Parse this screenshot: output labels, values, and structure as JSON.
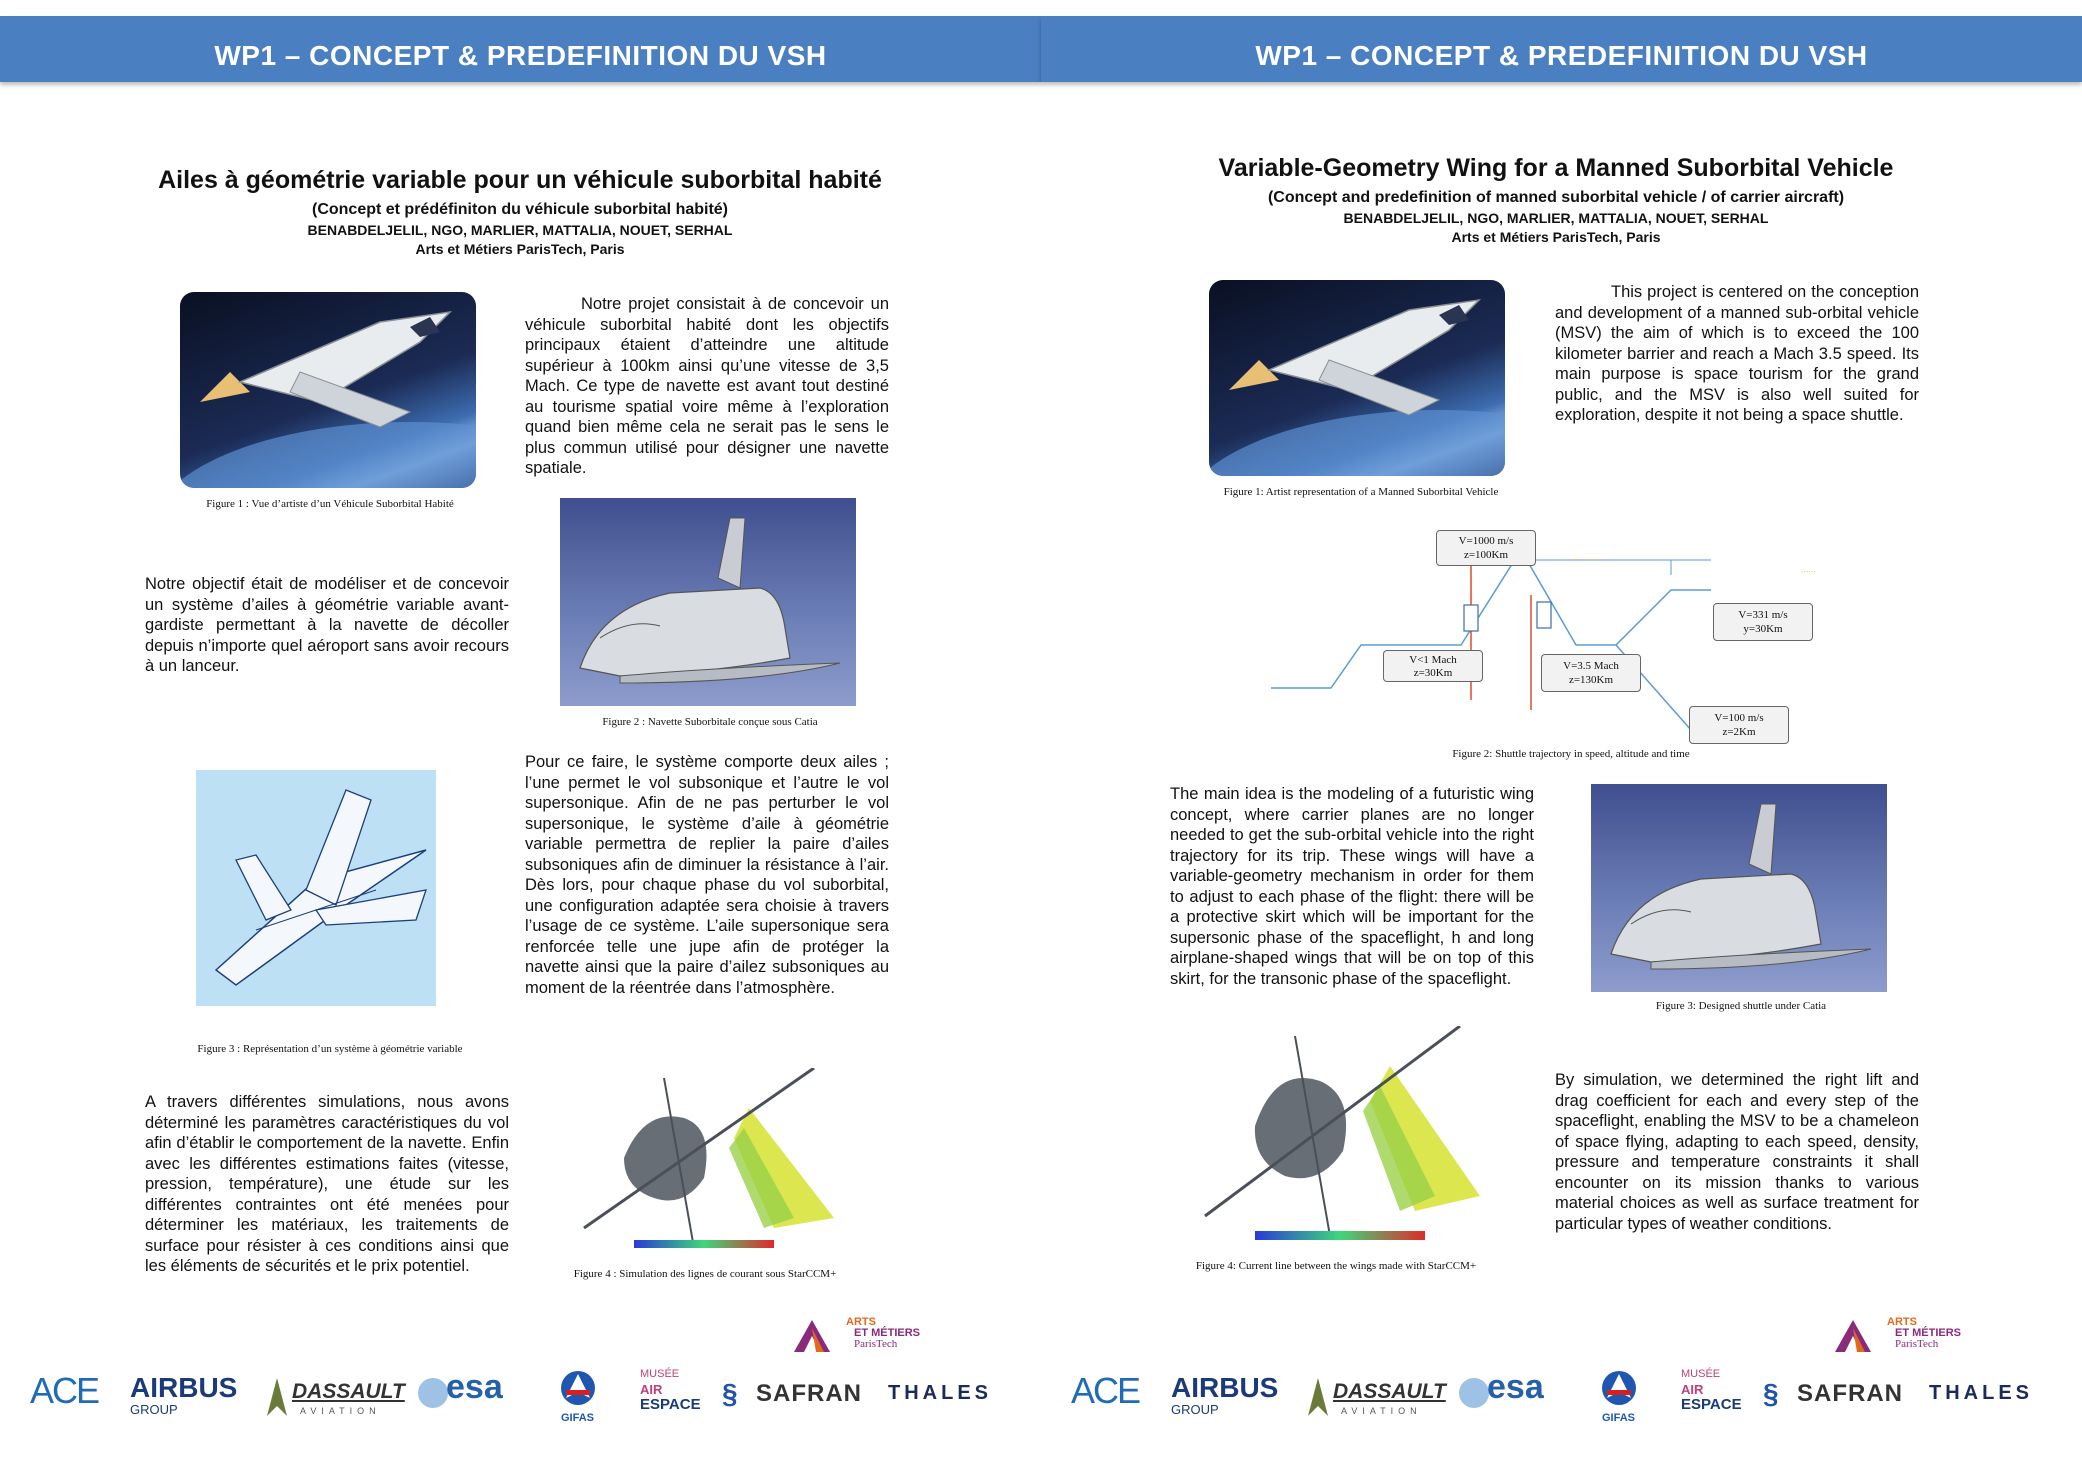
{
  "left": {
    "banner": "WP1 – CONCEPT & PREDEFINITION DU VSH",
    "title": "Ailes à géométrie variable pour un véhicule suborbital habité",
    "subtitle": "(Concept et prédéfiniton du véhicule suborbital habité)",
    "authors": "BENABDELJELIL, NGO, MARLIER, MATTALIA, NOUET, SERHAL",
    "affiliation": "Arts et Métiers ParisTech, Paris",
    "p1": "Notre projet consistait à de concevoir un véhicule suborbital habité  dont les objectifs principaux étaient d’atteindre une altitude supérieur à 100km ainsi qu’une vitesse de 3,5 Mach. Ce type de navette est avant tout destiné au tourisme spatial voire même à l’exploration quand bien même cela ne serait pas le sens le plus commun utilisé pour désigner une navette spatiale.",
    "p2": "Notre objectif était de modéliser et de concevoir un système d’ailes à géométrie variable avant-gardiste permettant à la navette de décoller depuis n’importe quel aéroport sans avoir recours à un lanceur.",
    "p3": "Pour ce faire, le système comporte deux ailes ; l’une permet le vol subsonique et l’autre le vol supersonique. Afin de ne pas perturber le vol supersonique, le système d’aile à géométrie variable permettra de replier la paire d’ailes subsoniques afin de diminuer la résistance à l’air. Dès lors, pour chaque phase du vol suborbital, une configuration adaptée sera choisie à travers l’usage de ce système. L’aile supersonique sera renforcée telle une jupe afin de protéger la navette ainsi que la paire d’ailez subsoniques au moment de la réentrée dans l’atmosphère.",
    "p4": "A travers différentes simulations, nous avons déterminé les paramètres caractéristiques du vol afin d’établir le comportement de la navette. Enfin avec les différentes estimations faites (vitesse, pression, température), une étude sur les différentes contraintes ont été menées pour déterminer les matériaux, les traitements de surface pour résister à ces conditions ainsi que les éléments de sécurités et le prix potentiel.",
    "fig1": "Figure 1 : Vue d’artiste d’un Véhicule Suborbital Habité",
    "fig2": "Figure 2 : Navette Suborbitale conçue sous Catia",
    "fig3": "Figure 3 : Représentation d’un système à géométrie variable",
    "fig4": "Figure 4 : Simulation des lignes de courant sous StarCCM+"
  },
  "right": {
    "banner": "WP1 – CONCEPT & PREDEFINITION DU VSH",
    "title": "Variable-Geometry Wing for a Manned Suborbital Vehicle",
    "subtitle": "(Concept and predefinition of manned suborbital vehicle / of carrier aircraft)",
    "authors": "BENABDELJELIL, NGO, MARLIER, MATTALIA, NOUET, SERHAL",
    "affiliation": "Arts et Métiers ParisTech, Paris",
    "p1": "This project is centered on the conception and development of a manned sub-orbital vehicle (MSV) the aim of which is to exceed the 100 kilometer barrier and reach a Mach 3.5 speed. Its main purpose is space tourism for the grand public, and the MSV is also well suited for exploration, despite it not being a space shuttle.",
    "p2": "The main idea is the modeling of a futuristic wing concept, where carrier planes are no longer needed to get the sub-orbital vehicle into the right trajectory for its trip. These wings will have a variable-geometry mechanism in order for them to adjust to each phase of the flight: there will be a protective skirt which will be important for the supersonic phase of the spaceflight, h and long airplane-shaped wings that will be on top of this skirt, for the transonic phase of the spaceflight.",
    "p3": "By simulation, we determined the right lift and drag coefficient for each and every step of the spaceflight, enabling the MSV to be a chameleon of space flying, adapting to each speed, density, pressure and temperature constraints it shall encounter on its mission thanks to various material choices as well as surface treatment for particular types of weather conditions.",
    "fig1": "Figure 1: Artist representation of a Manned Suborbital Vehicle",
    "fig2": "Figure 2: Shuttle trajectory in speed, altitude and time",
    "fig3": "Figure 3:  Designed shuttle under Catia",
    "fig4": "Figure 4: Current line between the wings made with StarCCM+",
    "traj": {
      "box1a": "V=1000 m/s",
      "box1b": "z=100Km",
      "box2a": "V<1 Mach",
      "box2b": "z=30Km",
      "box3a": "V=3.5 Mach",
      "box3b": "z=130Km",
      "box4a": "V=331 m/s",
      "box4b": "y=30Km",
      "box5a": "V=100 m/s",
      "box5b": "z=2Km"
    }
  },
  "logos": {
    "ace": "ACE",
    "airbus": "AIRBUS",
    "airbus_sub": "GROUP",
    "dassault": "DASSAULT",
    "dassault_sub": "AVIATION",
    "esa": "esa",
    "gifas": "GIFAS",
    "musee1": "MUSÉE",
    "musee2": "AIR",
    "musee3": "ESPACE",
    "safran": "SAFRAN",
    "thales": "THALES",
    "am1": "ARTS",
    "am2": "ET MÉTIERS",
    "am3": "ParisTech"
  },
  "colors": {
    "banner": "#4a7fc1",
    "ace_blue": "#1f6bb5",
    "airbus_blue": "#1a3a7a",
    "esa_blue": "#2560a8",
    "am_orange": "#e06a1c",
    "am_purple": "#8a2a7a"
  }
}
